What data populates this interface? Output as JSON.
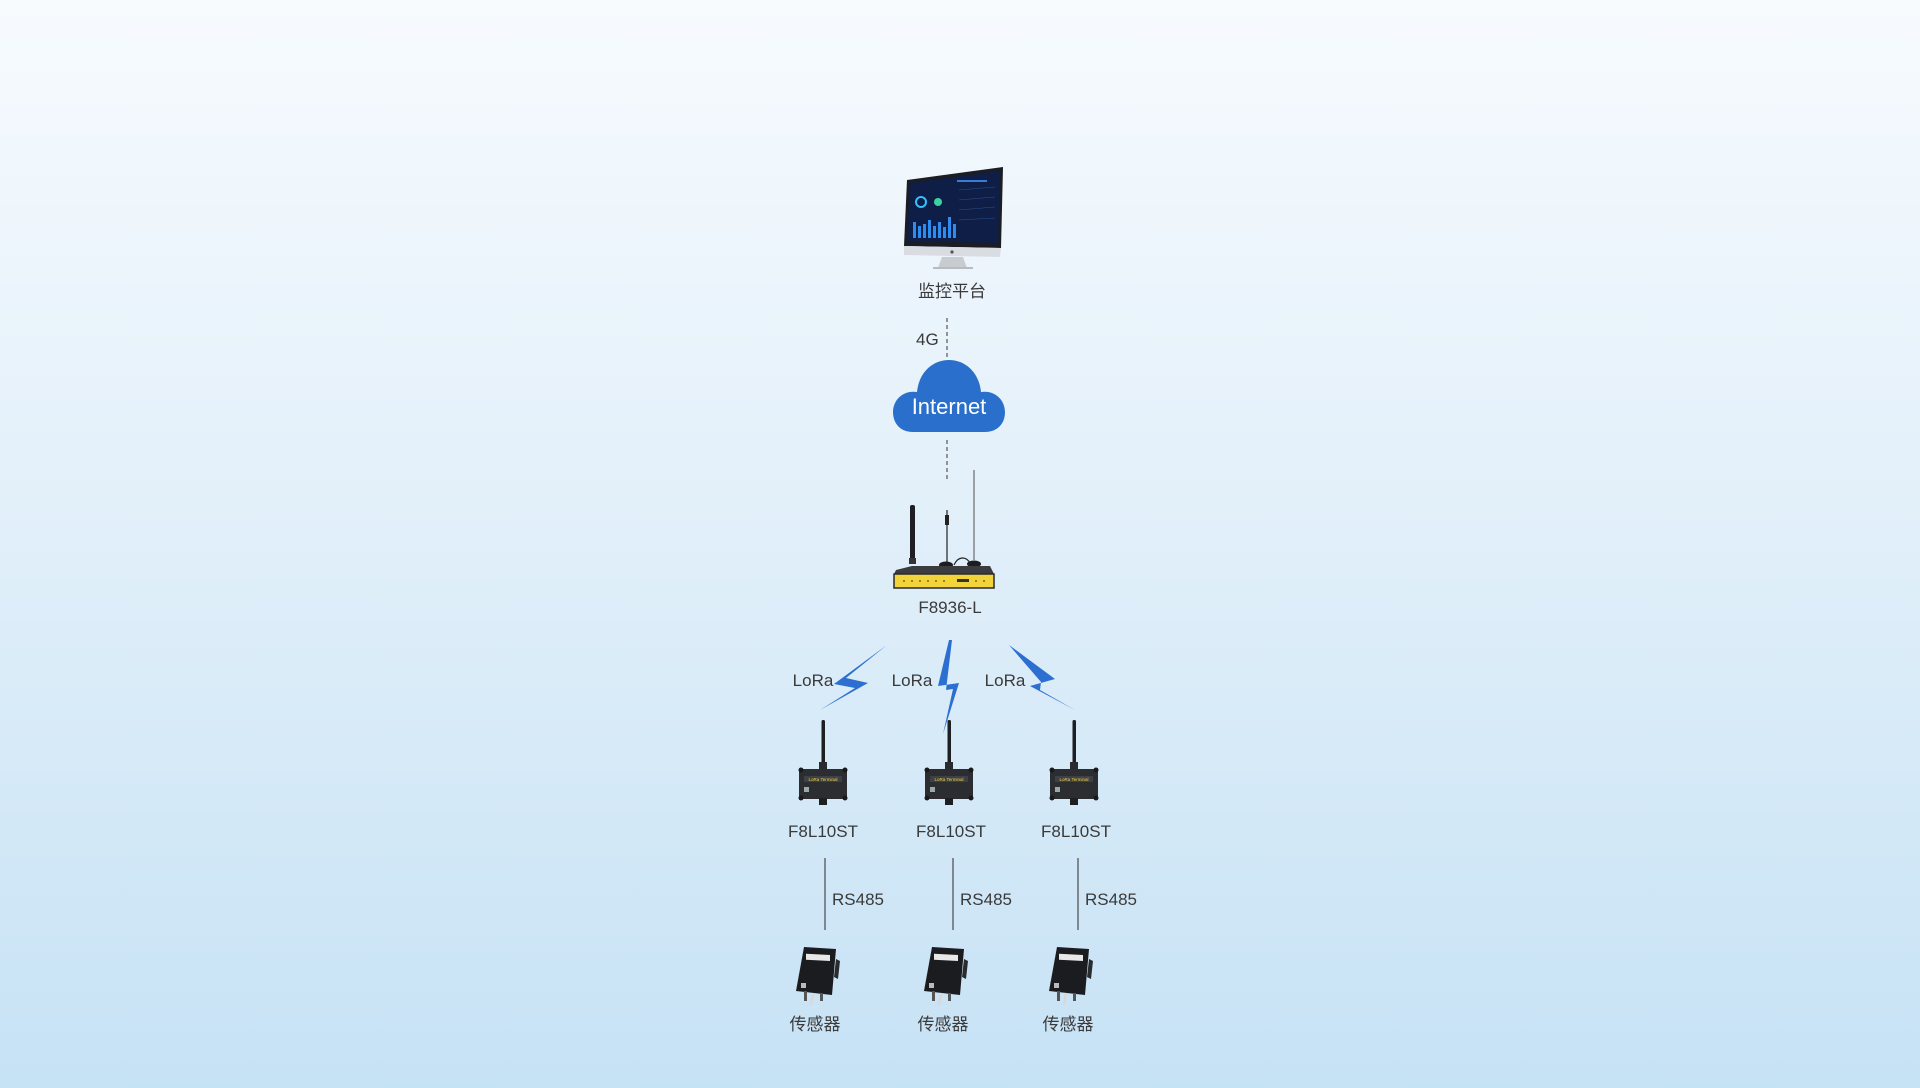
{
  "diagram": {
    "platform": {
      "label": "监控平台",
      "icon": "monitor-icon"
    },
    "uplink": {
      "label": "4G"
    },
    "cloud": {
      "label": "Internet",
      "color": "#2a6fcb"
    },
    "gateway": {
      "label": "F8936-L",
      "icon": "router-icon"
    },
    "lora_links": [
      {
        "label": "LoRa"
      },
      {
        "label": "LoRa"
      },
      {
        "label": "LoRa"
      }
    ],
    "terminals": [
      {
        "label": "F8L10ST",
        "device_text": "LoRa Terminal"
      },
      {
        "label": "F8L10ST",
        "device_text": "LoRa Terminal"
      },
      {
        "label": "F8L10ST",
        "device_text": "LoRa Terminal"
      }
    ],
    "serial_links": [
      {
        "label": "RS485"
      },
      {
        "label": "RS485"
      },
      {
        "label": "RS485"
      }
    ],
    "sensors": [
      {
        "label": "传感器"
      },
      {
        "label": "传感器"
      },
      {
        "label": "传感器"
      }
    ],
    "colors": {
      "bolt": "#2c6fd0",
      "line": "#555555",
      "device_body": "#2b2d30",
      "router_front": "#f2d33a"
    }
  }
}
